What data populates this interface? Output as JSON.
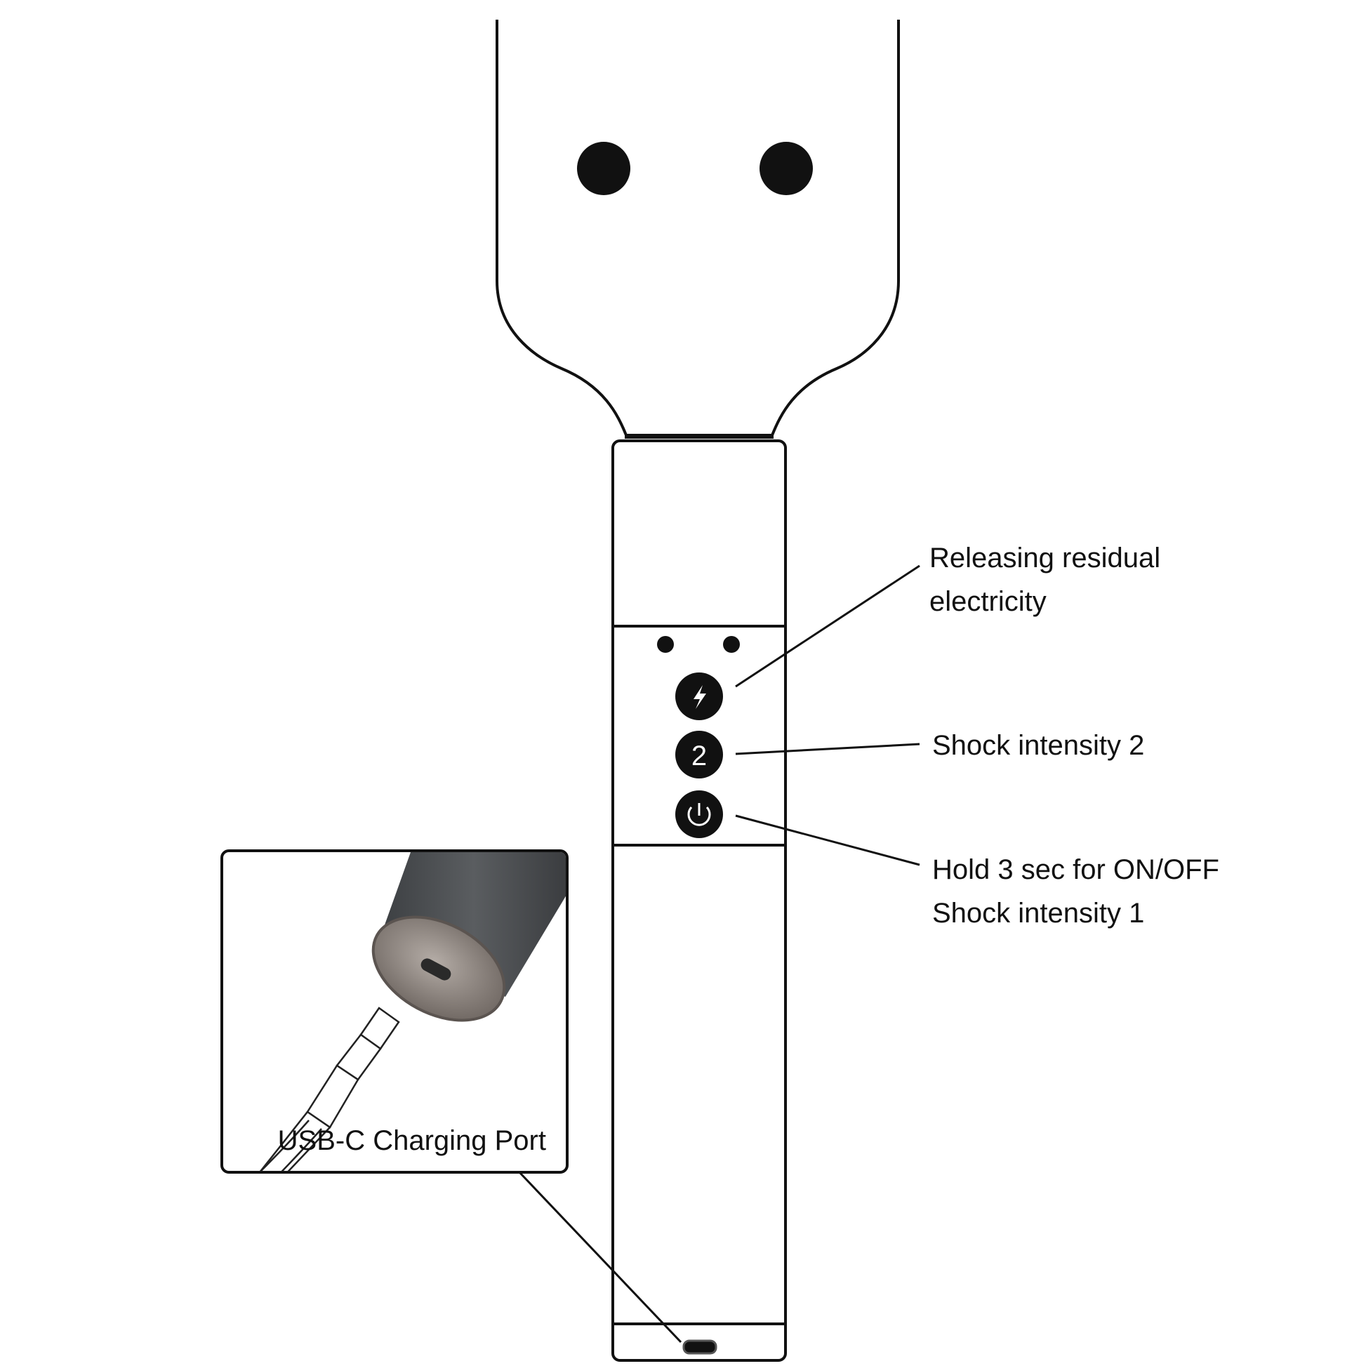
{
  "callouts": {
    "release": {
      "line1": "Releasing residual",
      "line2": "electricity"
    },
    "intensity2": {
      "line1": "Shock intensity 2"
    },
    "power": {
      "line1": "Hold 3 sec for ON/OFF",
      "line2": "Shock intensity 1"
    },
    "usb": {
      "label": "USB-C Charging Port"
    }
  },
  "buttons": [
    {
      "name": "release-button",
      "glyph": "lightning-bolt-icon"
    },
    {
      "name": "intensity-2-button",
      "glyph": "2"
    },
    {
      "name": "power-button",
      "glyph": "power-icon"
    }
  ],
  "colors": {
    "outline": "#111111",
    "button_fill": "#111111",
    "button_glyph": "#ffffff",
    "device_body": "#4a4d50",
    "device_cap": "#8a8380"
  }
}
